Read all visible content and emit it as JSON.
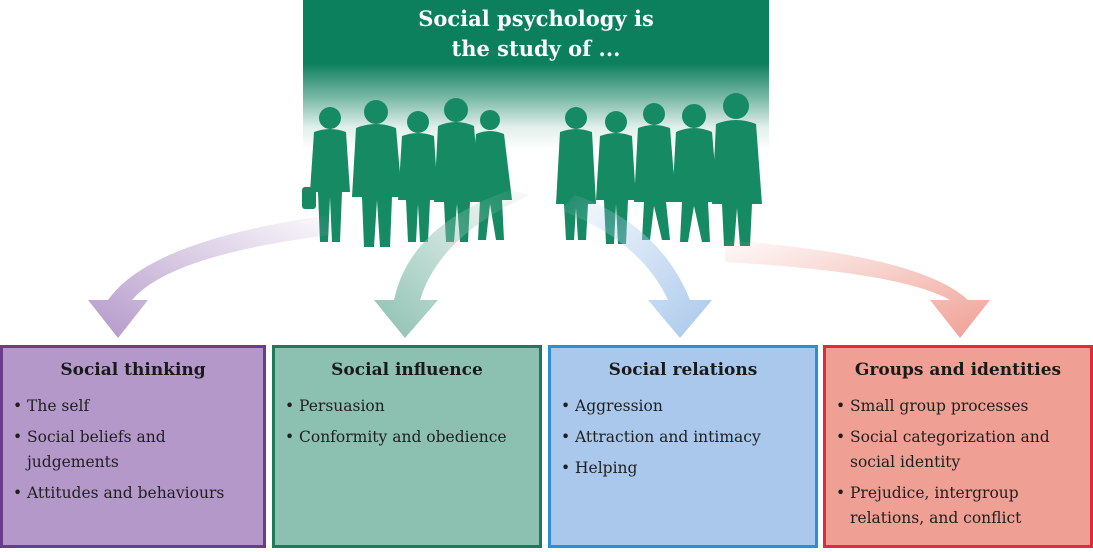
{
  "header": {
    "line1": "Social psychology is",
    "line2": "the study of ..."
  },
  "colors": {
    "header_green": "#0c7f5d",
    "silhouette_green": "#168a63",
    "thinking_fill": "#b398c9",
    "thinking_border": "#6a3c8c",
    "influence_fill": "#8cc0b0",
    "influence_border": "#1f7a5b",
    "relations_fill": "#a9c8ec",
    "relations_border": "#2a8fd6",
    "groups_fill": "#ef9f93",
    "groups_border": "#e02b3a"
  },
  "boxes": [
    {
      "title": "Social thinking",
      "items": [
        "The self",
        "Social beliefs and judgements",
        "Attitudes and behaviours"
      ]
    },
    {
      "title": "Social influence",
      "items": [
        "Persuasion",
        "Conformity and obedience"
      ]
    },
    {
      "title": "Social relations",
      "items": [
        "Aggression",
        "Attraction and intimacy",
        "Helping"
      ]
    },
    {
      "title": "Groups and identities",
      "items": [
        "Small group processes",
        "Social categorization and social identity",
        "Prejudice, intergroup relations, and conflict"
      ]
    }
  ]
}
